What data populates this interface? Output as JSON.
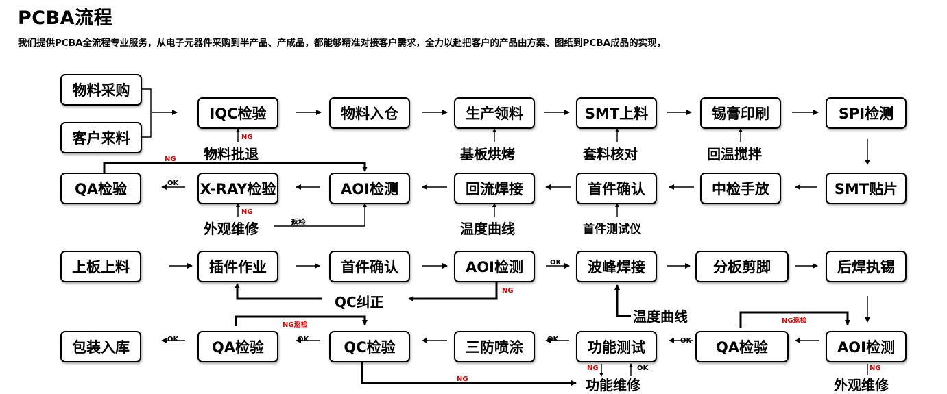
{
  "header": {
    "title": "PCBA流程",
    "subtitle": "我们提供PCBA全流程专业服务，从电子元器件采购到半产品、产成品，都能够精准对接客户需求，全力以赴把客户的产品由方案、图纸到PCBA成品的实现，"
  },
  "nodes": {
    "material_purchase": "物料采购",
    "customer_material": "客户来料",
    "iqc": "IQC检验",
    "material_in": "物料入仓",
    "production_pick": "生产领料",
    "smt_load": "SMT上料",
    "solder_paste_print": "锡膏印刷",
    "spi": "SPI检测",
    "smt_mount": "SMT贴片",
    "mid_check": "中检手放",
    "first_article_1": "首件确认",
    "reflow": "回流焊接",
    "aoi_1": "AOI检测",
    "xray": "X-RAY检验",
    "qa_1": "QA检验",
    "board_load": "上板上料",
    "insertion": "插件作业",
    "first_article_2": "首件确认",
    "aoi_2": "AOI检测",
    "wave_solder": "波峰焊接",
    "depanel": "分板剪脚",
    "post_solder": "后焊执锡",
    "aoi_3": "AOI检测",
    "qa_2": "QA检验",
    "function_test": "功能测试",
    "conformal_coat": "三防喷涂",
    "qc": "QC检验",
    "qa_3": "QA检验",
    "pack_store": "包装入库"
  },
  "labels": {
    "material_return": "物料批退",
    "substrate_bake": "基板烘烤",
    "kit_check": "套料核对",
    "warm_stir": "回温搅拌",
    "temp_curve_1": "温度曲线",
    "first_article_tester": "首件测试仪",
    "visual_repair_1": "外观维修",
    "qc_correct": "QC纠正",
    "temp_curve_2": "温度曲线",
    "function_repair": "功能维修",
    "visual_repair_2": "外观维修"
  },
  "marks": {
    "ng": "NG",
    "ok": "OK",
    "return_check": "返检",
    "ng_return_check": "NG返检"
  },
  "colors": {
    "ng": "#e00000",
    "line": "#000000",
    "box_border": "#000000"
  }
}
